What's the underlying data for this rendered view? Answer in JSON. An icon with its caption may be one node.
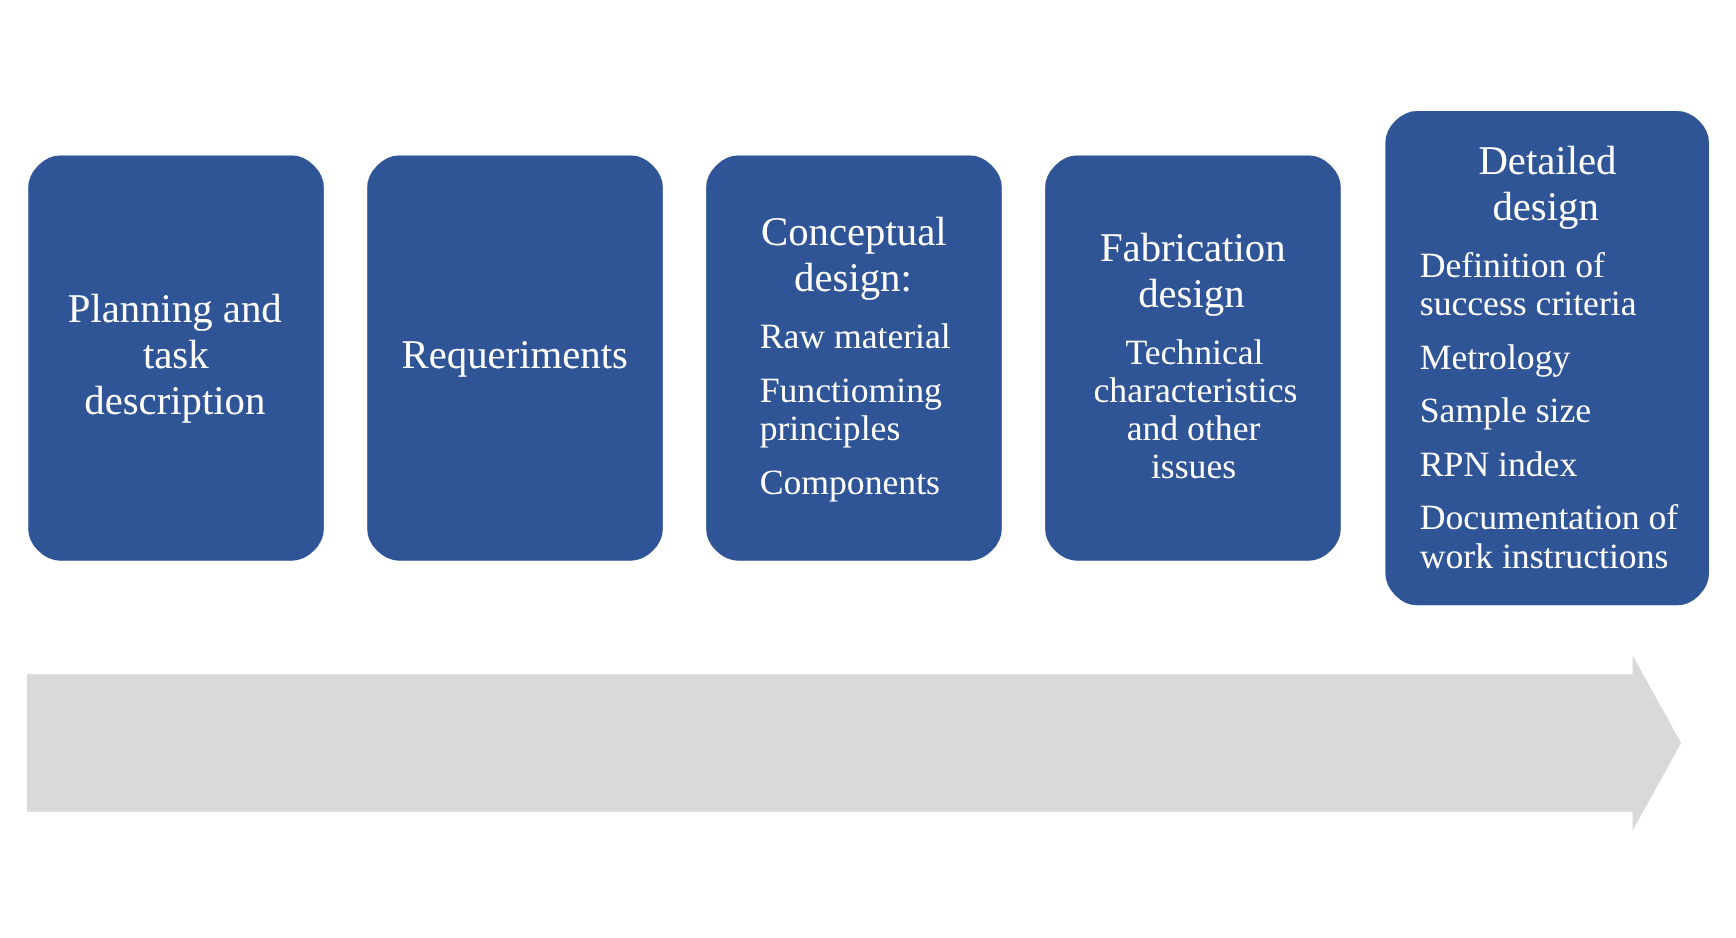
{
  "diagram": {
    "nodes": [
      {
        "text": [],
        "shape": "arrow"
      },
      {
        "text": [
          "Planning and task description"
        ]
      },
      {
        "text": [
          "Requeriments"
        ]
      },
      {
        "text": [
          "Conceptual design:",
          "Raw material",
          "Functioming principles",
          "Components"
        ]
      },
      {
        "text": [
          "Fabrication design",
          "Technical characteristics and other issues"
        ]
      },
      {
        "text": [
          "Detailed design",
          "Definition of success criteria",
          "Metrology",
          "Sample size",
          "RPN index",
          "Documentation of work instructions"
        ]
      }
    ],
    "edges": []
  }
}
